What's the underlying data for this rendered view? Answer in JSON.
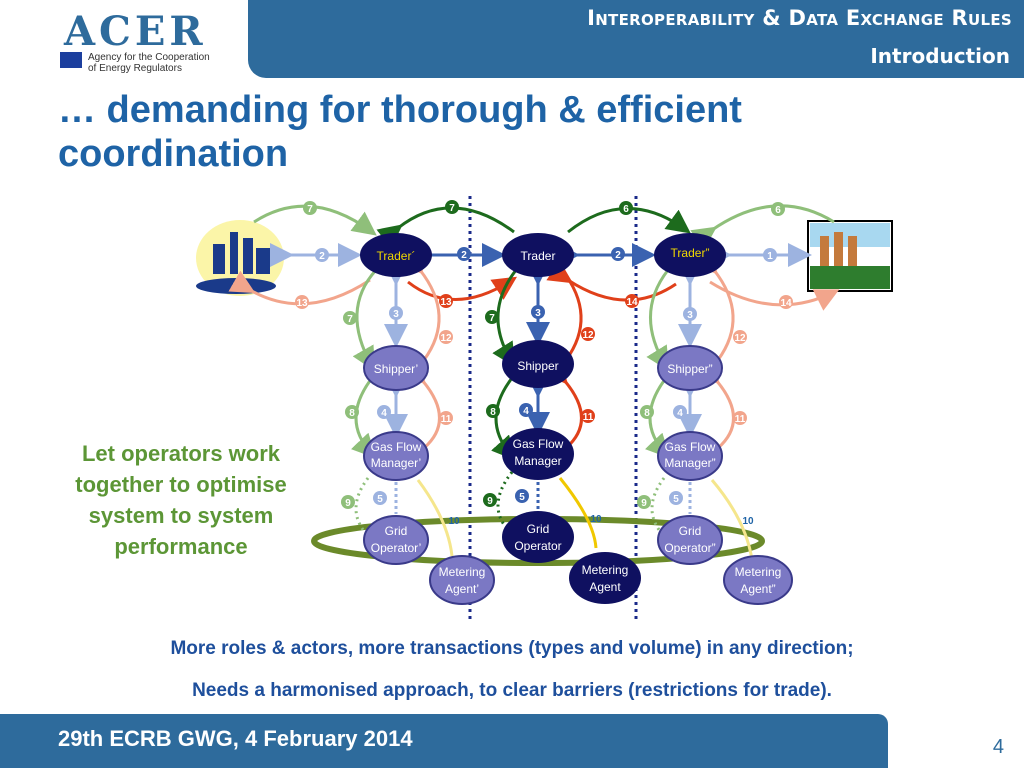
{
  "header": {
    "title": "Interoperability & Data Exchange Rules",
    "subtitle": "Introduction",
    "logo_word": "ACER",
    "logo_line1": "Agency for the Cooperation",
    "logo_line2": "of Energy Regulators"
  },
  "slide": {
    "title_line1": "… demanding for thorough & efficient",
    "title_line2": "coordination",
    "side_text": [
      "Let operators work",
      "together to optimise",
      "system to system",
      "performance"
    ],
    "bottom_line1": "More roles & actors, more transactions (types and volume) in any direction;",
    "bottom_line2": "Needs a harmonised approach, to clear barriers (restrictions for trade)."
  },
  "footer": {
    "text": "29th ECRB GWG, 4 February 2014",
    "page": "4"
  },
  "diagram": {
    "nodes": {
      "trader_left": "Trader´",
      "trader": "Trader",
      "trader_right": "Trader”",
      "shipper_left": "Shipper’",
      "shipper": "Shipper",
      "shipper_right": "Shipper”",
      "gfm_left": [
        "Gas Flow",
        "Manager’"
      ],
      "gfm": [
        "Gas Flow",
        "Manager"
      ],
      "gfm_right": [
        "Gas Flow",
        "Manager”"
      ],
      "grid_left": [
        "Grid",
        "Operator’"
      ],
      "grid": [
        "Grid",
        "Operator"
      ],
      "grid_right": [
        "Grid",
        "Operator”"
      ],
      "meter_left": [
        "Metering",
        "Agent’"
      ],
      "meter": [
        "Metering",
        "Agent"
      ],
      "meter_right": [
        "Metering",
        "Agent”"
      ]
    },
    "badges": {
      "b7_top_left": "7",
      "b7_top_mid": "7",
      "b6_top_mid": "6",
      "b6_top_right": "6",
      "b2_left": "2",
      "b2_mid_left": "2",
      "b2_mid_right": "2",
      "b1_right": "1",
      "b13_left": "13",
      "b13_mid": "13",
      "b14_mid": "14",
      "b14_right": "14",
      "b3_left": "3",
      "b3_mid": "3",
      "b3_right": "3",
      "b7_left": "7",
      "b7_mid": "7",
      "b12_left": "12",
      "b12_mid": "12",
      "b12_right": "12",
      "b4_left": "4",
      "b4_mid": "4",
      "b4_right": "4",
      "b8_left": "8",
      "b8_mid": "8",
      "b8_right": "8",
      "b11_left": "11",
      "b11_mid": "11",
      "b11_right": "11",
      "b5_left": "5",
      "b5_mid": "5",
      "b5_right": "5",
      "b9_left": "9",
      "b9_mid": "9",
      "b9_right": "9",
      "b10_left": "10",
      "b10_mid": "10",
      "b10_right": "10"
    }
  },
  "colors": {
    "header_blue": "#2e6b9c",
    "title_blue": "#1e63a6",
    "node_dark": "#0f1060",
    "node_light": "#7b78c4",
    "olive_ring": "#6b8a2a",
    "green_text": "#5c9636"
  },
  "icons": [
    "refinery-icon",
    "industry-icon",
    "eu-flag-icon"
  ]
}
